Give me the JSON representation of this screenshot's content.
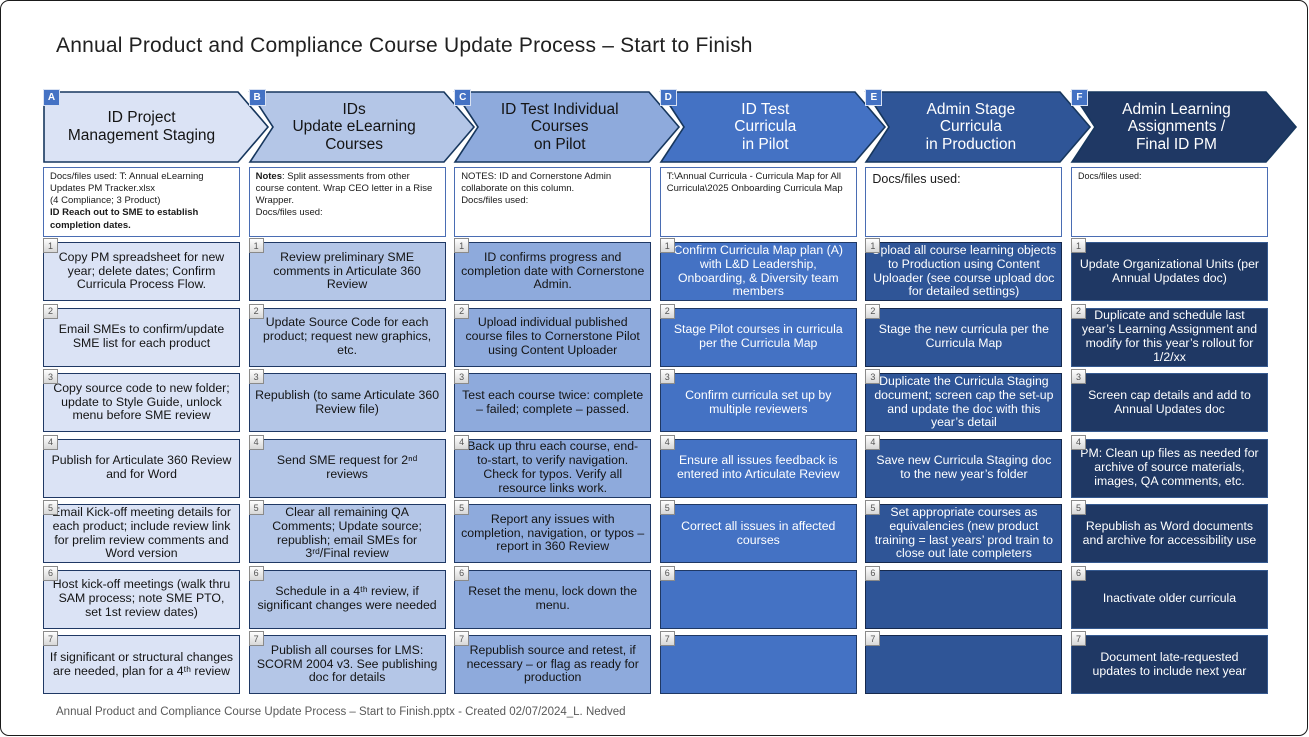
{
  "page": {
    "title": "Annual Product and Compliance Course Update Process – Start to Finish",
    "footer": "Annual Product and Compliance Course Update Process – Start to Finish.pptx  - Created 02/07/2024_L. Nedved"
  },
  "theme": {
    "badge_fill": "#4472c4",
    "arrow_stroke": "#17375e",
    "notes_border": "#4a6db3"
  },
  "columns": [
    {
      "id": "A",
      "header": {
        "label": "ID Project\nManagement Staging"
      },
      "style": {
        "fill": "#dbe3f5",
        "text": "#141414",
        "header_text": "#141414",
        "border": "#1f3864"
      },
      "notes": {
        "font_size": 9.5,
        "lines": [
          [
            {
              "t": "Docs/files used: T: Annual eLearning Updates PM Tracker.xlsx",
              "b": false
            }
          ],
          [
            {
              "t": "(4 Compliance; 3 Product)",
              "b": false
            }
          ],
          [
            {
              "t": "ID Reach out to SME to establish completion dates.",
              "b": true
            }
          ]
        ]
      },
      "steps": [
        {
          "num": "1",
          "text": "Copy PM spreadsheet for new year; delete dates; Confirm Curricula Process Flow."
        },
        {
          "num": "2",
          "text": "Email SMEs to confirm/update SME list for each product"
        },
        {
          "num": "3",
          "text": "Copy source code to new folder; update to Style Guide, unlock menu before SME review"
        },
        {
          "num": "4",
          "text": "Publish for Articulate 360 Review and for Word"
        },
        {
          "num": "5",
          "text": "Email Kick-off meeting details for each product; include review link for prelim review comments and Word version"
        },
        {
          "num": "6",
          "text": "Host kick-off meetings (walk thru SAM process; note SME PTO, set 1st review dates)"
        },
        {
          "num": "7",
          "text": "If significant or structural changes are needed, plan for a 4ᵗʰ review"
        }
      ]
    },
    {
      "id": "B",
      "header": {
        "label": "IDs\nUpdate eLearning\nCourses"
      },
      "style": {
        "fill": "#b4c6e7",
        "text": "#141414",
        "header_text": "#141414",
        "border": "#1f3864"
      },
      "notes": {
        "font_size": 9.5,
        "lines": [
          [
            {
              "t": "Notes",
              "b": true
            },
            {
              "t": ": Split assessments from other course content. Wrap CEO letter in a Rise Wrapper.",
              "b": false
            }
          ],
          [
            {
              "t": "Docs/files used:",
              "b": false
            }
          ]
        ]
      },
      "steps": [
        {
          "num": "1",
          "text": "Review preliminary SME comments in Articulate 360 Review"
        },
        {
          "num": "2",
          "text": "Update Source Code for each product; request new graphics, etc."
        },
        {
          "num": "3",
          "text": "Republish (to same Articulate 360 Review file)"
        },
        {
          "num": "4",
          "text": "Send SME request for 2ⁿᵈ reviews"
        },
        {
          "num": "5",
          "text": "Clear all remaining QA Comments; Update source; republish; email SMEs for 3ʳᵈ/Final review"
        },
        {
          "num": "6",
          "text": "Schedule in a 4ᵗʰ review, if significant changes were needed"
        },
        {
          "num": "7",
          "text": "Publish all courses for LMS: SCORM 2004 v3. See publishing doc for details"
        }
      ]
    },
    {
      "id": "C",
      "header": {
        "label": "ID Test Individual\nCourses\non Pilot"
      },
      "style": {
        "fill": "#8eaadc",
        "text": "#141414",
        "header_text": "#141414",
        "border": "#1f3864"
      },
      "notes": {
        "font_size": 9.5,
        "lines": [
          [
            {
              "t": "NOTES: ID and Cornerstone Admin collaborate on this column.",
              "b": false
            }
          ],
          [
            {
              "t": "Docs/files used:",
              "b": false
            }
          ]
        ]
      },
      "steps": [
        {
          "num": "1",
          "text": "ID confirms progress and completion date with Cornerstone Admin."
        },
        {
          "num": "2",
          "text": "Upload individual published course files to Cornerstone Pilot using Content Uploader"
        },
        {
          "num": "3",
          "text": "Test each course twice: complete – failed; complete – passed."
        },
        {
          "num": "4",
          "text": "Back up thru each course, end-to-start, to verify navigation. Check for typos. Verify all resource links work."
        },
        {
          "num": "5",
          "text": "Report any issues with completion, navigation, or typos – report in 360 Review"
        },
        {
          "num": "6",
          "text": "Reset the menu, lock down the menu."
        },
        {
          "num": "7",
          "text": "Republish source and retest, if necessary – or flag as ready for production"
        }
      ]
    },
    {
      "id": "D",
      "header": {
        "label": "ID Test\nCurricula\nin Pilot"
      },
      "style": {
        "fill": "#4472c4",
        "text": "#ffffff",
        "header_text": "#ffffff",
        "border": "#1f3864"
      },
      "notes": {
        "font_size": 9.5,
        "lines": [
          [
            {
              "t": "T:\\Annual Curricula - Curricula Map for All Curricula\\2025 Onboarding Curricula Map",
              "b": false
            }
          ]
        ]
      },
      "steps": [
        {
          "num": "1",
          "text": "Confirm Curricula Map plan (A) with L&D Leadership, Onboarding, & Diversity team members"
        },
        {
          "num": "2",
          "text": "Stage Pilot courses in curricula per the Curricula Map"
        },
        {
          "num": "3",
          "text": "Confirm curricula set up by multiple reviewers"
        },
        {
          "num": "4",
          "text": "Ensure all issues feedback is entered into Articulate Review"
        },
        {
          "num": "5",
          "text": "Correct all issues in affected courses"
        },
        {
          "num": "6",
          "text": ""
        },
        {
          "num": "7",
          "text": ""
        }
      ]
    },
    {
      "id": "E",
      "header": {
        "label": "Admin Stage\nCurricula\nin Production"
      },
      "style": {
        "fill": "#2f5597",
        "text": "#ffffff",
        "header_text": "#ffffff",
        "border": "#16294d"
      },
      "notes": {
        "font_size": 12.5,
        "lines": [
          [
            {
              "t": "Docs/files used:",
              "b": false
            }
          ]
        ]
      },
      "steps": [
        {
          "num": "1",
          "text": "Upload all course learning objects to Production using Content Uploader (see course upload doc for detailed settings)"
        },
        {
          "num": "2",
          "text": "Stage the new curricula per the Curricula Map"
        },
        {
          "num": "3",
          "text": "Duplicate the Curricula Staging document; screen cap the set-up and update the doc with this year’s detail"
        },
        {
          "num": "4",
          "text": "Save new Curricula Staging doc to the new year’s folder"
        },
        {
          "num": "5",
          "text": "Set appropriate courses as equivalencies (new product training = last years’ prod train to close out late completers"
        },
        {
          "num": "6",
          "text": ""
        },
        {
          "num": "7",
          "text": ""
        }
      ]
    },
    {
      "id": "F",
      "header": {
        "label": "Admin Learning\nAssignments /\nFinal ID PM"
      },
      "style": {
        "fill": "#1f3864",
        "text": "#ffffff",
        "header_text": "#ffffff",
        "border": "#35598f"
      },
      "notes": {
        "font_size": 9,
        "lines": [
          [
            {
              "t": "Docs/files used:",
              "b": false
            }
          ]
        ]
      },
      "steps": [
        {
          "num": "1",
          "text": "Update Organizational Units (per Annual Updates doc)"
        },
        {
          "num": "2",
          "text": "Duplicate and schedule last year’s Learning Assignment and modify for this year’s rollout for 1/2/xx"
        },
        {
          "num": "3",
          "text": "Screen cap details and add to Annual Updates doc"
        },
        {
          "num": "4",
          "text": "PM: Clean up files as needed for archive of source materials, images, QA comments, etc."
        },
        {
          "num": "5",
          "text": "Republish as Word documents and archive for accessibility use"
        },
        {
          "num": "6",
          "text": "Inactivate older curricula"
        },
        {
          "num": "7",
          "text": "Document late-requested updates to include next year"
        }
      ]
    }
  ]
}
